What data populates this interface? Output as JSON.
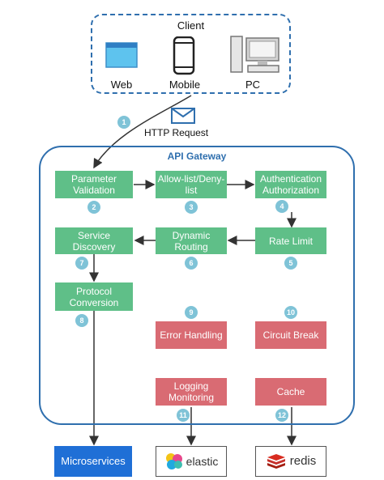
{
  "client": {
    "title": "Client",
    "items": [
      {
        "label": "Web",
        "icon": "browser-window-icon"
      },
      {
        "label": "Mobile",
        "icon": "mobile-phone-icon"
      },
      {
        "label": "PC",
        "icon": "desktop-computer-icon"
      }
    ]
  },
  "request": {
    "label": "HTTP Request",
    "icon": "envelope-icon"
  },
  "gateway": {
    "title": "API Gateway",
    "steps": [
      {
        "num": "1"
      },
      {
        "label": "Parameter Validation",
        "num": "2"
      },
      {
        "label": "Allow-list/Deny-list",
        "num": "3"
      },
      {
        "label": "Authentication Authorization",
        "num": "4"
      },
      {
        "label": "Rate Limit",
        "num": "5"
      },
      {
        "label": "Dynamic Routing",
        "num": "6"
      },
      {
        "label": "Service Discovery",
        "num": "7"
      },
      {
        "label": "Protocol Conversion",
        "num": "8"
      },
      {
        "label": "Error Handling",
        "num": "9"
      },
      {
        "label": "Circuit Break",
        "num": "10"
      },
      {
        "label": "Logging Monitoring",
        "num": "11"
      },
      {
        "label": "Cache",
        "num": "12"
      }
    ]
  },
  "outputs": {
    "microservices": "Microservices",
    "elastic": "elastic",
    "redis": "redis"
  },
  "colors": {
    "border_blue": "#2f6fae",
    "green": "#5fbf88",
    "red": "#d96b73",
    "badge": "#7fc3d7",
    "microservices_blue": "#1f6fd6"
  }
}
